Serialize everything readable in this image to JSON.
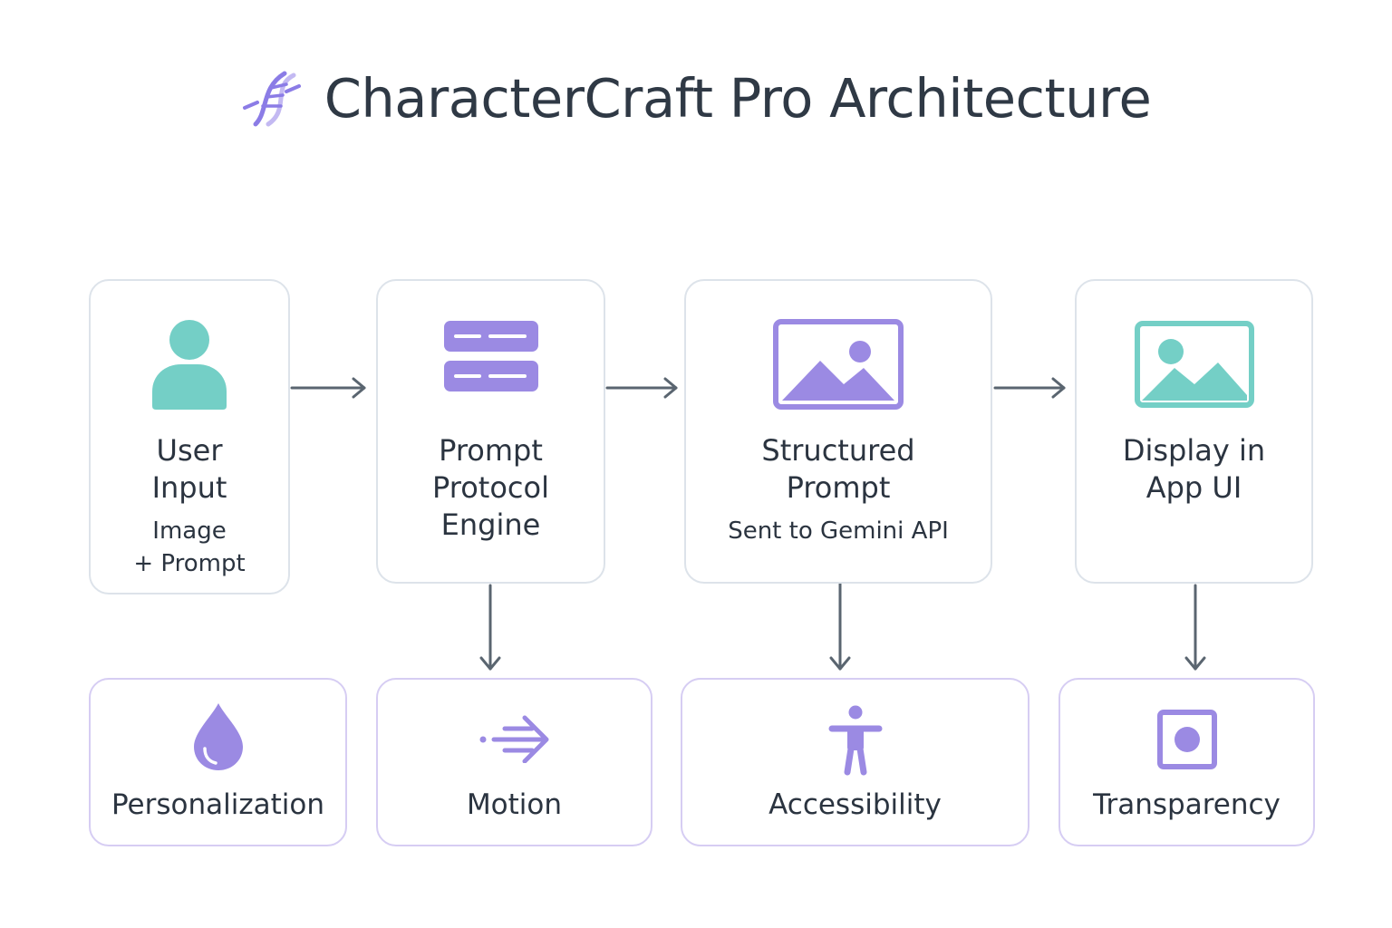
{
  "title": "CharacterCraft Pro Architecture",
  "colors": {
    "purple": "#9b8ae3",
    "teal": "#74cfc6",
    "text": "#2b3440",
    "arrow": "#5a6570",
    "top_border": "#dde3ea",
    "bottom_border": "#d6cdf3"
  },
  "flow": [
    {
      "label": "User\nInput",
      "sub": "Image\n+ Prompt",
      "icon": "user-icon"
    },
    {
      "label": "Prompt\nProtocol\nEngine",
      "sub": "",
      "icon": "stack-icon"
    },
    {
      "label": "Structured\nPrompt",
      "sub": "Sent to Gemini API",
      "icon": "image-icon"
    },
    {
      "label": "Display in\nApp UI",
      "sub": "",
      "icon": "image-icon"
    }
  ],
  "features": [
    {
      "label": "Personalization",
      "icon": "droplet-icon"
    },
    {
      "label": "Motion",
      "icon": "motion-arrow-icon"
    },
    {
      "label": "Accessibility",
      "icon": "accessibility-icon"
    },
    {
      "label": "Transparency",
      "icon": "square-circle-icon"
    }
  ]
}
